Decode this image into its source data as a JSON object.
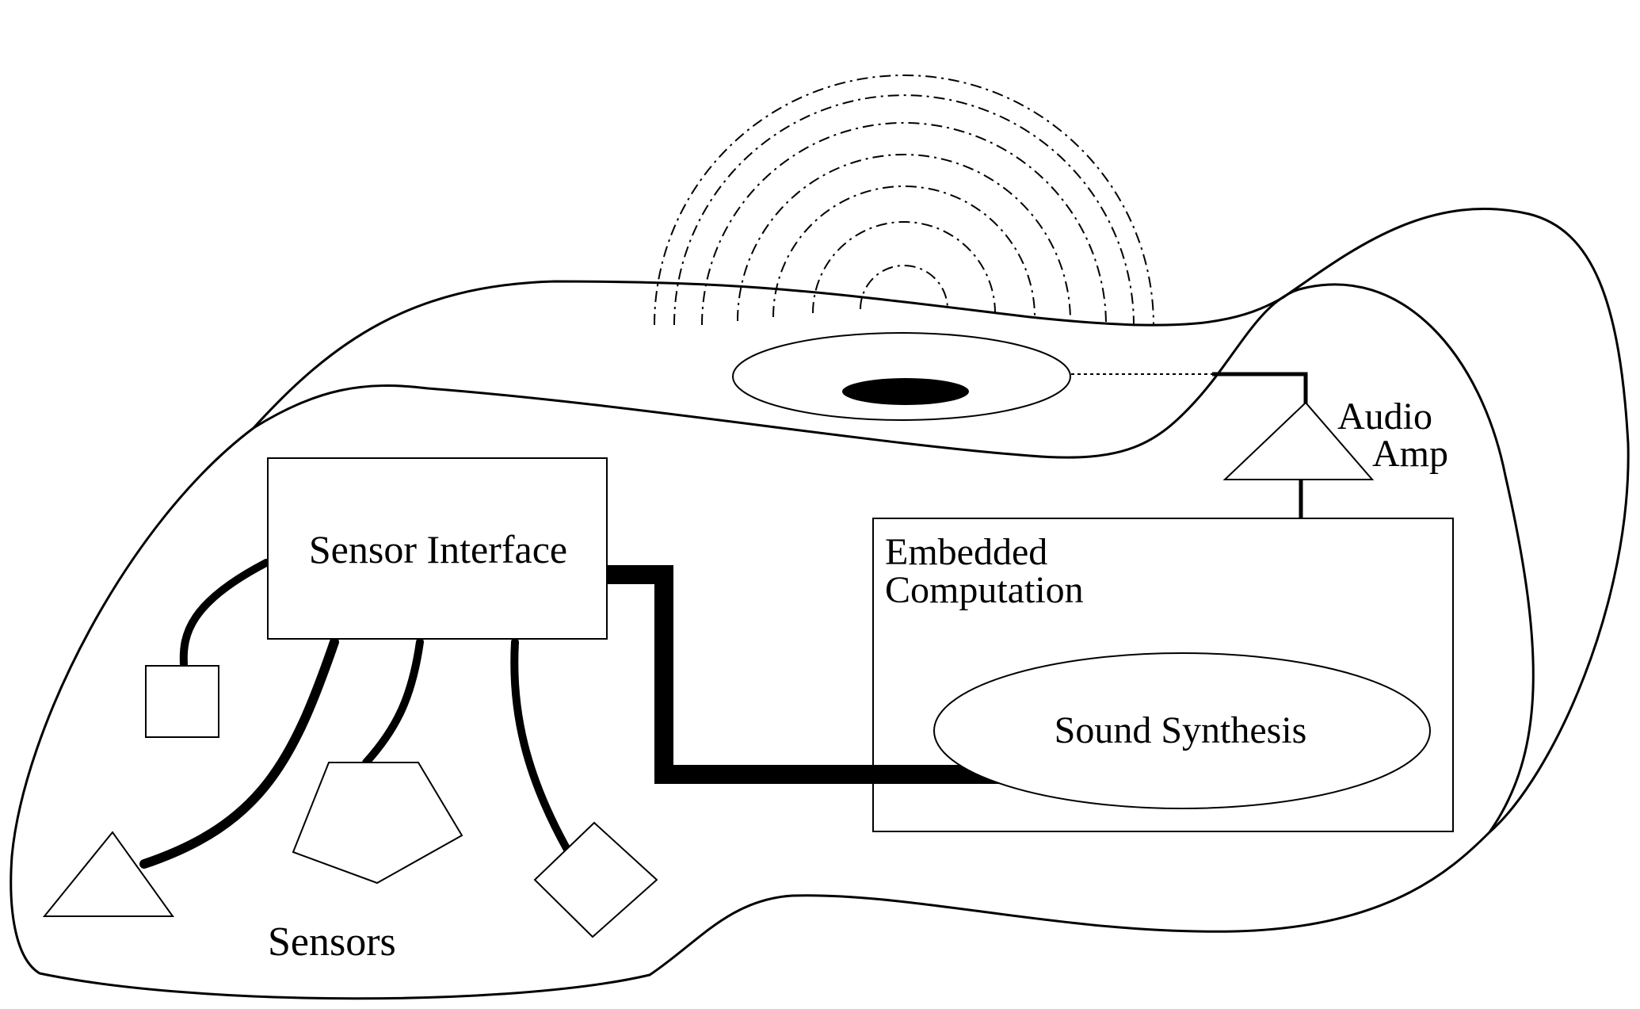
{
  "labels": {
    "sensor_interface": "Sensor Interface",
    "embedded_line1": "Embedded",
    "embedded_line2": "Computation",
    "sound_synthesis": "Sound Synthesis",
    "audio_line1": "Audio",
    "audio_line2": "Amp",
    "sensors": "Sensors"
  }
}
